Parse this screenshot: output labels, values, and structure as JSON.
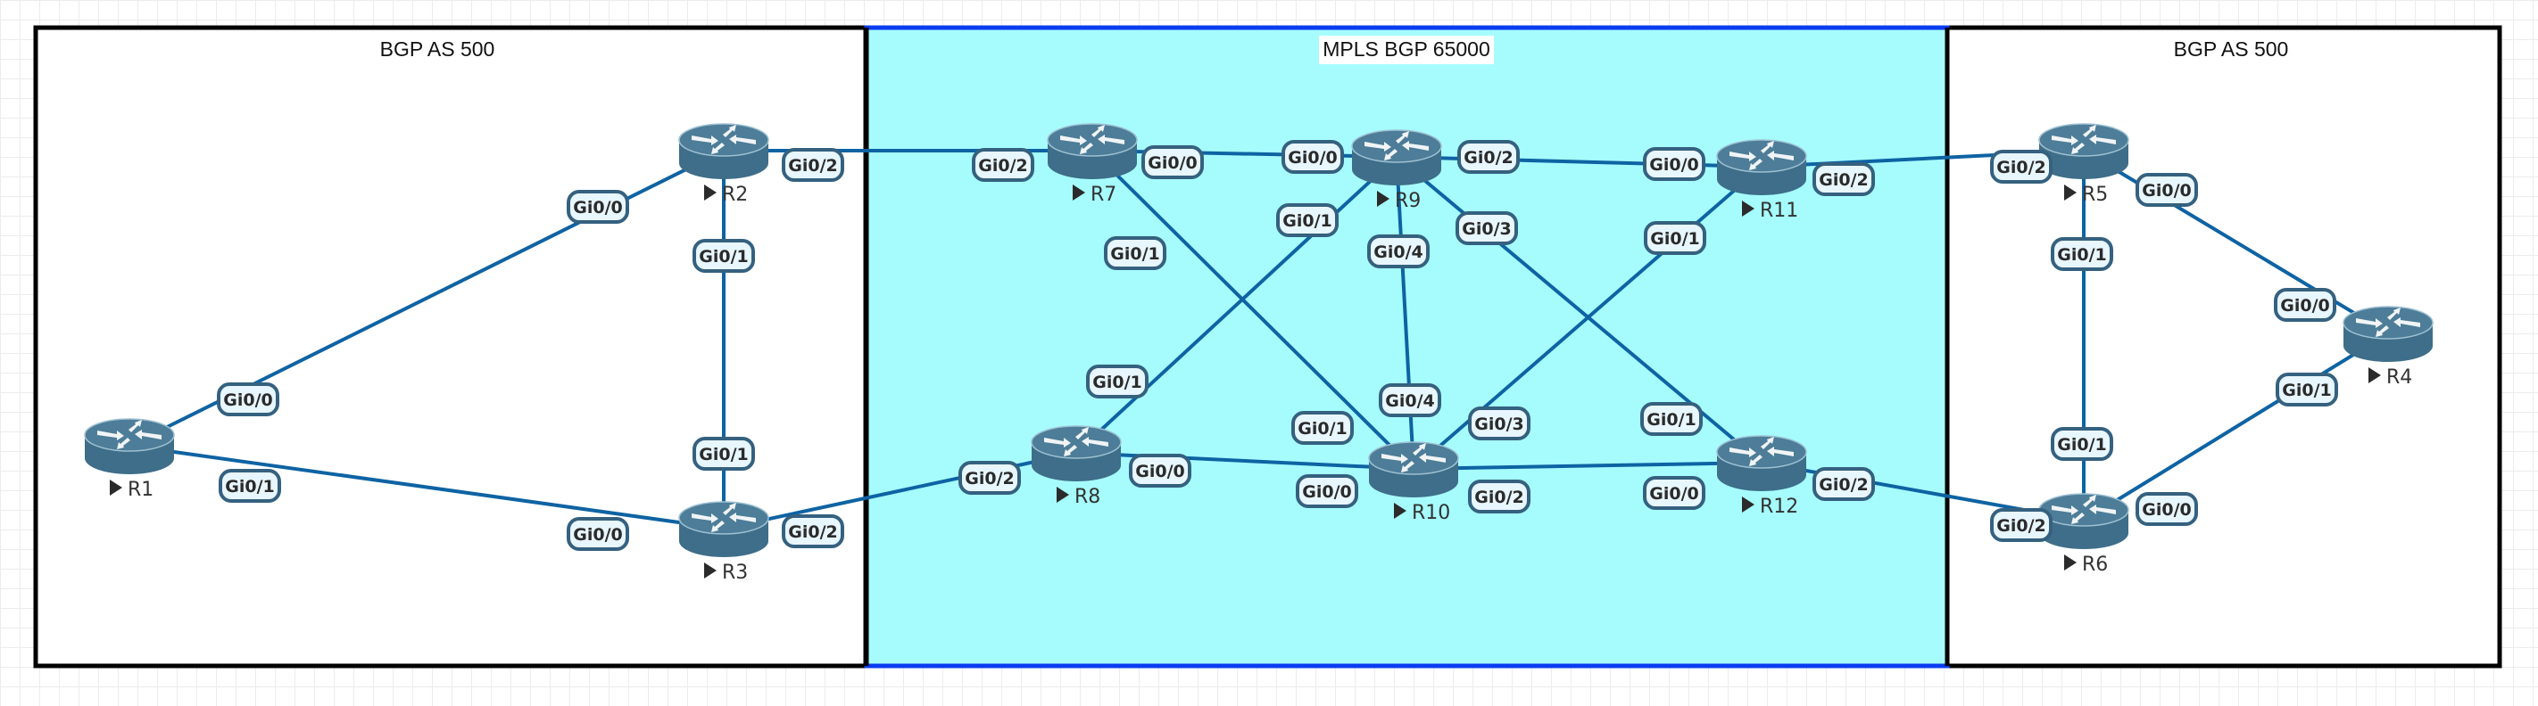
{
  "zones": [
    {
      "id": "left",
      "title": "BGP AS 500",
      "border": "#000000",
      "fill": "#ffffff"
    },
    {
      "id": "mpls",
      "title": "MPLS BGP 65000",
      "border": "#0a3cf0",
      "fill": "#a6fcfd"
    },
    {
      "id": "right",
      "title": "BGP AS 500",
      "border": "#000000",
      "fill": "#ffffff"
    }
  ],
  "colors": {
    "router": "#3e6e89",
    "router_top": "#4d7d98",
    "link": "#0e63a3",
    "port_border": "#35617f",
    "port_fill": "#e8f6ff"
  },
  "routers": [
    {
      "name": "R1"
    },
    {
      "name": "R2"
    },
    {
      "name": "R3"
    },
    {
      "name": "R4"
    },
    {
      "name": "R5"
    },
    {
      "name": "R6"
    },
    {
      "name": "R7"
    },
    {
      "name": "R8"
    },
    {
      "name": "R9"
    },
    {
      "name": "R10"
    },
    {
      "name": "R11"
    },
    {
      "name": "R12"
    }
  ],
  "links": [
    {
      "a": "R1",
      "a_port": "Gi0/0",
      "b": "R2",
      "b_port": "Gi0/0"
    },
    {
      "a": "R1",
      "a_port": "Gi0/1",
      "b": "R3",
      "b_port": "Gi0/0"
    },
    {
      "a": "R2",
      "a_port": "Gi0/1",
      "b": "R3",
      "b_port": "Gi0/1"
    },
    {
      "a": "R2",
      "a_port": "Gi0/2",
      "b": "R7",
      "b_port": "Gi0/2"
    },
    {
      "a": "R3",
      "a_port": "Gi0/2",
      "b": "R8",
      "b_port": "Gi0/2"
    },
    {
      "a": "R7",
      "a_port": "Gi0/0",
      "b": "R9",
      "b_port": "Gi0/0"
    },
    {
      "a": "R7",
      "a_port": "Gi0/1",
      "b": "R10",
      "b_port": "Gi0/1"
    },
    {
      "a": "R8",
      "a_port": "Gi0/1",
      "b": "R9",
      "b_port": "Gi0/1"
    },
    {
      "a": "R8",
      "a_port": "Gi0/0",
      "b": "R10",
      "b_port": "Gi0/0"
    },
    {
      "a": "R9",
      "a_port": "Gi0/4",
      "b": "R10",
      "b_port": "Gi0/4"
    },
    {
      "a": "R9",
      "a_port": "Gi0/2",
      "b": "R11",
      "b_port": "Gi0/0"
    },
    {
      "a": "R9",
      "a_port": "Gi0/3",
      "b": "R12",
      "b_port": "Gi0/1"
    },
    {
      "a": "R10",
      "a_port": "Gi0/3",
      "b": "R11",
      "b_port": "Gi0/1"
    },
    {
      "a": "R10",
      "a_port": "Gi0/2",
      "b": "R12",
      "b_port": "Gi0/0"
    },
    {
      "a": "R11",
      "a_port": "Gi0/2",
      "b": "R5",
      "b_port": "Gi0/2"
    },
    {
      "a": "R12",
      "a_port": "Gi0/2",
      "b": "R6",
      "b_port": "Gi0/2"
    },
    {
      "a": "R5",
      "a_port": "Gi0/0",
      "b": "R4",
      "b_port": "Gi0/0"
    },
    {
      "a": "R5",
      "a_port": "Gi0/1",
      "b": "R6",
      "b_port": "Gi0/1"
    },
    {
      "a": "R6",
      "a_port": "Gi0/0",
      "b": "R4",
      "b_port": "Gi0/1"
    }
  ]
}
